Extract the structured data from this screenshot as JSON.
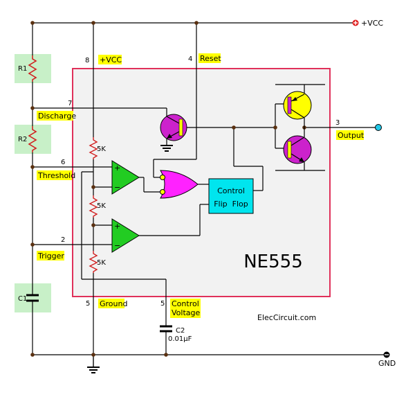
{
  "labels": {
    "vcc_top": "+VCC",
    "vcc_pin": "+VCC",
    "reset": "Reset",
    "discharge": "Discharge",
    "threshold": "Threshold",
    "trigger": "Trigger",
    "ground": "Ground",
    "control_voltage_1": "Control",
    "control_voltage_2": "Voltage",
    "output": "Output",
    "gnd": "GND",
    "chip": "NE555",
    "flipflop_1": "Control",
    "flipflop_2": "Flip  Flop",
    "site": "ElecCircuit.com"
  },
  "pins": {
    "p8": "8",
    "p4": "4",
    "p7": "7",
    "p6": "6",
    "p2": "2",
    "p3": "3",
    "p5a": "5",
    "p5b": "5"
  },
  "components": {
    "r1": "R1",
    "r2": "R2",
    "c1": "C1",
    "c2": "C2",
    "c2_value": "0.01µF",
    "div1": "5K",
    "div2": "5K",
    "div3": "5K"
  },
  "colors": {
    "chip_border": "#e0305a",
    "chip_fill": "#f2f2f2",
    "comparator": "#22cc22",
    "gate": "#ff22ff",
    "flipflop": "#00e5ee",
    "transistor_npn": "#cc22cc",
    "transistor_pnp": "#ffff00",
    "ext_component_bg": "#c8f0c8",
    "highlight": "#ffff00"
  }
}
